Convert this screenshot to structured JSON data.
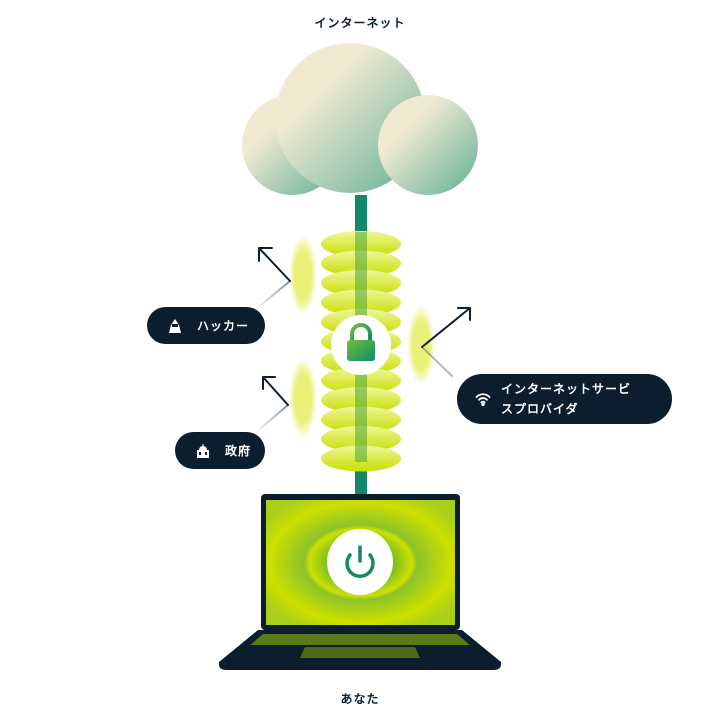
{
  "labels": {
    "internet": "インターネット",
    "you": "あなた"
  },
  "threats": [
    {
      "label": "ハッカー",
      "icon": "hacker-icon"
    },
    {
      "label": "政府",
      "icon": "government-building-icon"
    },
    {
      "label_line1": "インターネットサービ",
      "label_line2": "スプロバイダ",
      "icon": "wifi-icon"
    }
  ],
  "icons": {
    "center": "lock-icon",
    "device": "power-icon"
  },
  "colors": {
    "dark": "#0c1e2e",
    "pole": "#128a6a",
    "lime": "#cde000",
    "cloud_top": "#f1ead2",
    "cloud_bottom": "#5fae94"
  }
}
